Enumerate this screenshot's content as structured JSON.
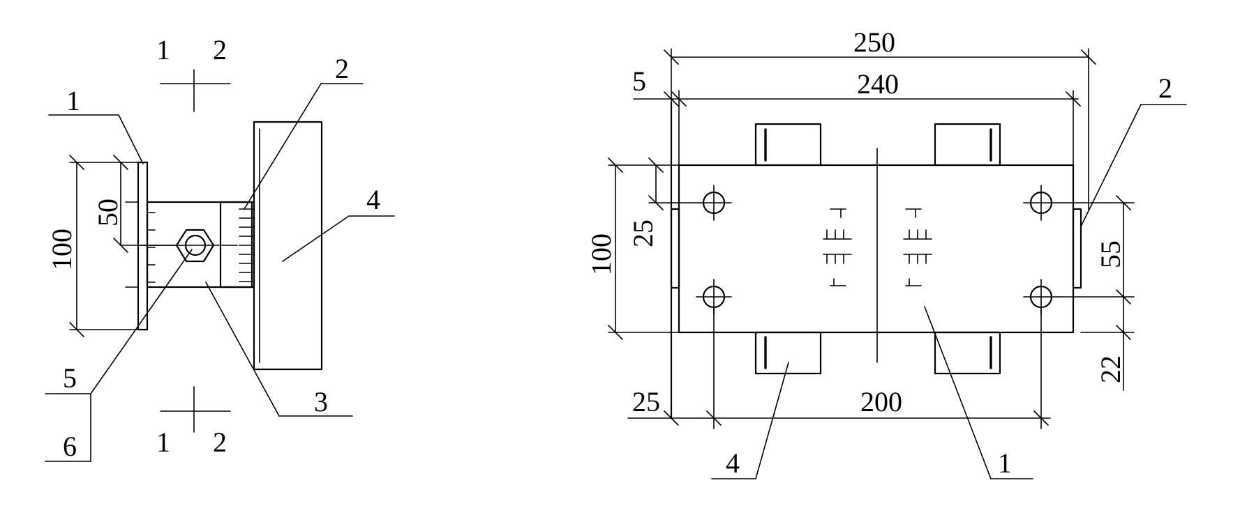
{
  "left_view": {
    "section_marks": {
      "top_left": "1",
      "top_right": "2",
      "bottom_left": "1",
      "bottom_right": "2"
    },
    "dims": {
      "overall_height": "100",
      "inner_height": "50"
    },
    "callouts": {
      "c1": "1",
      "c2": "2",
      "c3": "3",
      "c4": "4",
      "c5": "5",
      "c6": "6"
    }
  },
  "right_view": {
    "dims": {
      "overall_width": "250",
      "inner_width": "240",
      "left_offset": "5",
      "height": "100",
      "hole_offset_top": "25",
      "hole_spacing": "200",
      "hole_offset_left": "25",
      "right_hole_spacing": "55",
      "bottom_offset": "22"
    },
    "callouts": {
      "c1": "1",
      "c2": "2",
      "c4": "4"
    }
  }
}
